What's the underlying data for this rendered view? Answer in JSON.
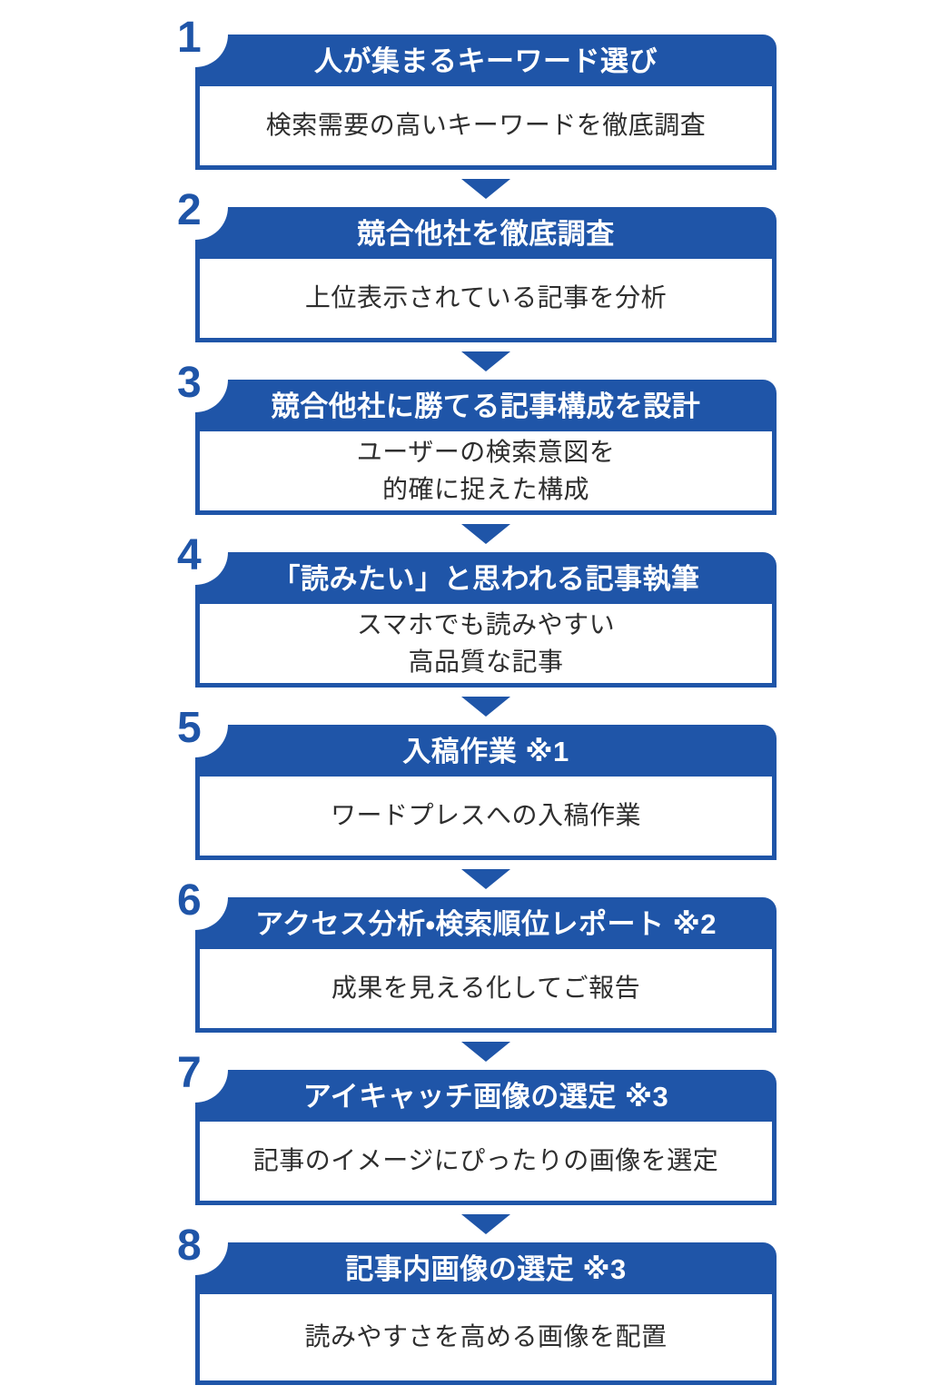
{
  "colors": {
    "primary_blue": "#1f55a8",
    "body_text": "#2e2e2e",
    "background": "#ffffff",
    "header_text": "#ffffff"
  },
  "diagram": {
    "type": "vertical-step-flowchart",
    "step_count": 8,
    "connector_icon": "down-triangle-arrow"
  },
  "steps": [
    {
      "number": "1",
      "title": "人が集まるキーワード選び",
      "description_lines": [
        "検索需要の高いキーワードを徹底調査"
      ]
    },
    {
      "number": "2",
      "title": "競合他社を徹底調査",
      "description_lines": [
        "上位表示されている記事を分析"
      ]
    },
    {
      "number": "3",
      "title": "競合他社に勝てる記事構成を設計",
      "description_lines": [
        "ユーザーの検索意図を",
        "的確に捉えた構成"
      ]
    },
    {
      "number": "4",
      "title": "「読みたい」と思われる記事執筆",
      "description_lines": [
        "スマホでも読みやすい",
        "高品質な記事"
      ]
    },
    {
      "number": "5",
      "title": "入稿作業 ※1",
      "description_lines": [
        "ワードプレスへの入稿作業"
      ]
    },
    {
      "number": "6",
      "title": "アクセス分析・検索順位レポート ※2",
      "description_lines": [
        "成果を見える化してご報告"
      ]
    },
    {
      "number": "7",
      "title": "アイキャッチ画像の選定 ※3",
      "description_lines": [
        "記事のイメージにぴったりの画像を選定"
      ]
    },
    {
      "number": "8",
      "title": "記事内画像の選定 ※3",
      "description_lines": [
        "読みやすさを高める画像を配置"
      ]
    }
  ]
}
